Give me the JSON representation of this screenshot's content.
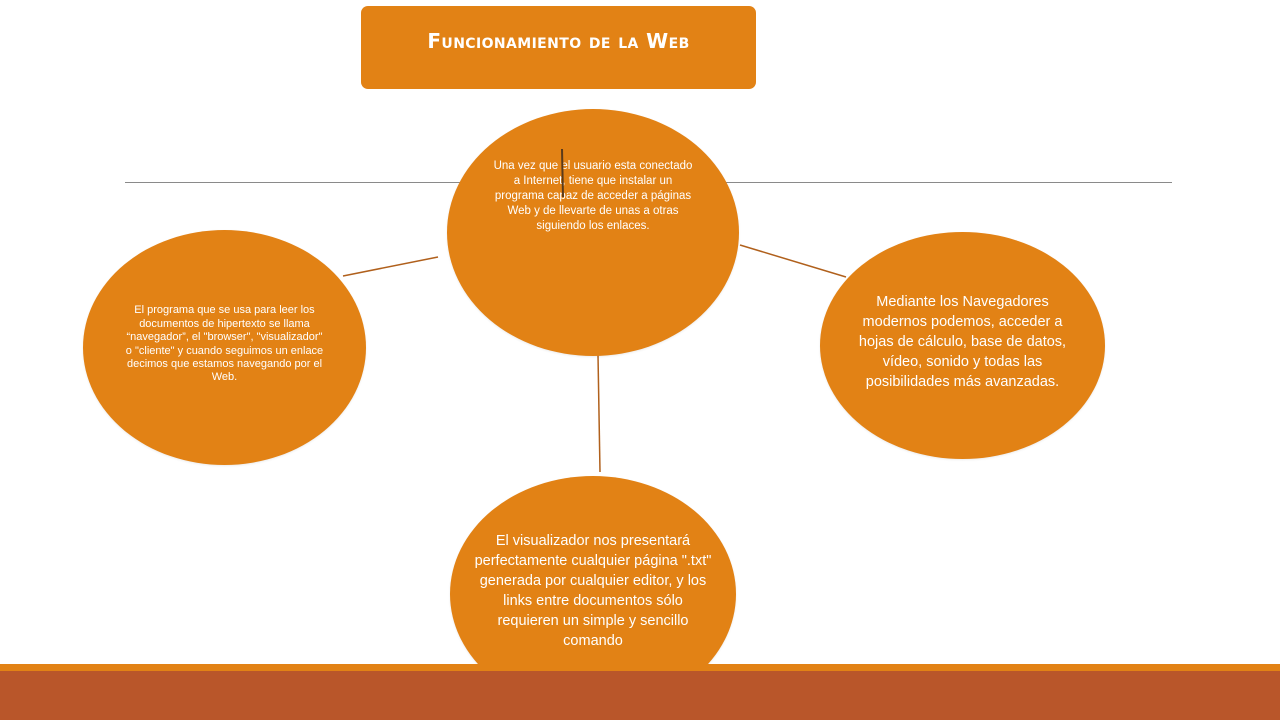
{
  "slide": {
    "title": "Funcionamiento de la Web"
  },
  "nodes": {
    "top": "Una vez que el usuario esta conectado a Internet, tiene que instalar un programa capaz de acceder a páginas Web y de llevarte de unas a otras siguiendo los enlaces.",
    "left": "El programa que se usa para leer los documentos de hipertexto se llama “navegador”, el \"browser\", \"visualizador\" o \"cliente\" y cuando seguimos un enlace decimos que estamos navegando por el Web.",
    "right": "Mediante los Navegadores modernos podemos, acceder a hojas de cálculo, base de datos, vídeo, sonido y todas las posibilidades más avanzadas.",
    "bottom": "El visualizador nos presentará perfectamente cualquier página \".txt\" generada por cualquier editor, y los links entre documentos sólo requieren un simple y sencillo comando"
  },
  "colors": {
    "node_fill": "#e28215",
    "title_fill": "#e28215",
    "connector": "#b0601c",
    "footer_band_light": "#e28215",
    "footer_band_dark": "#b9562a"
  }
}
